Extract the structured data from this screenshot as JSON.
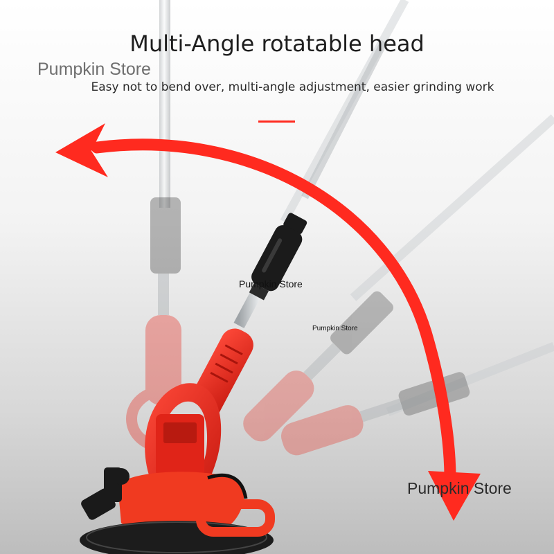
{
  "header": {
    "title": "Multi-Angle rotatable head",
    "subtitle": "Easy not to bend over, multi-angle adjustment, easier grinding work"
  },
  "watermarks": [
    "Pumpkin Store",
    "Pumpkin Store",
    "Pumpkin Store",
    "Pumpkin Store"
  ],
  "colors": {
    "accent": "#ff2a1f",
    "tool_body": "#e8281c",
    "handle_dark": "#1b1b1b",
    "shaft": "#cfd3d6"
  }
}
